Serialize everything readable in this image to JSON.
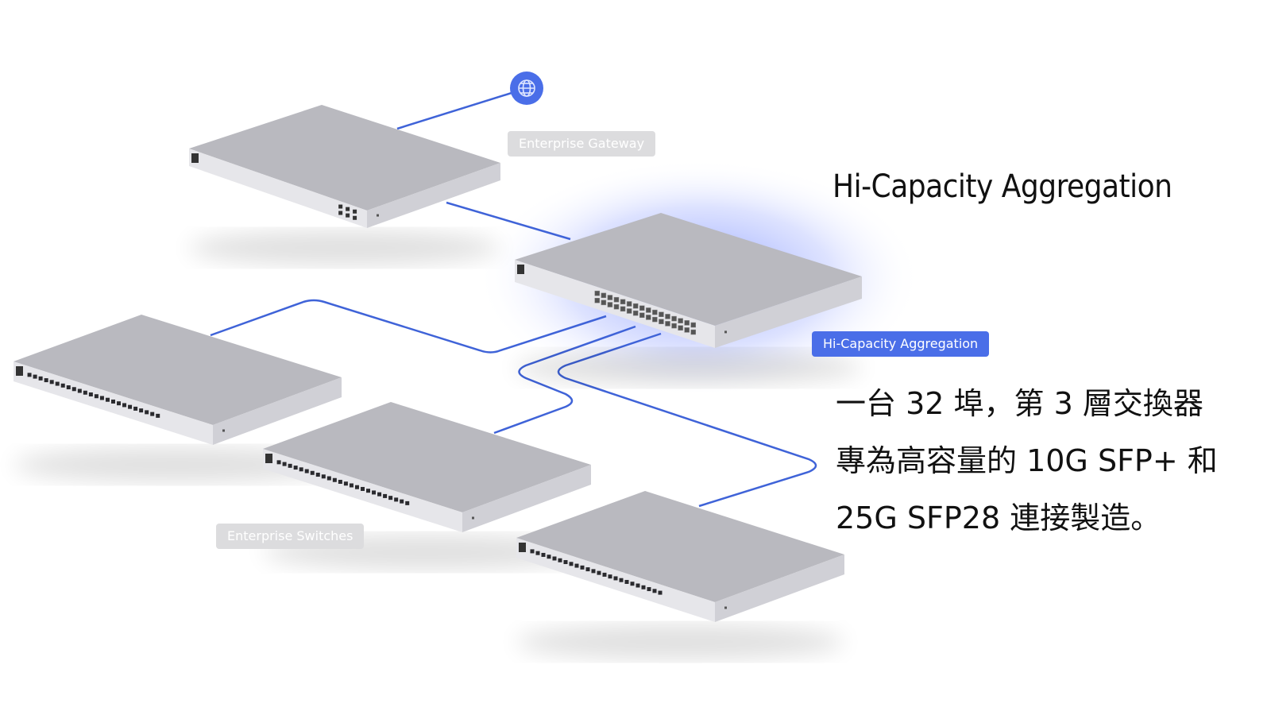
{
  "heading": "Hi-Capacity Aggregation",
  "labels": {
    "gateway": "Enterprise Gateway",
    "aggregation": "Hi-Capacity Aggregation",
    "switches": "Enterprise Switches"
  },
  "description": [
    "一台 32 埠，第 3 層交換器",
    "專為高容量的 10G SFP+ 和",
    "25G SFP28 連接製造。"
  ],
  "icons": {
    "internet": "globe-icon"
  },
  "colors": {
    "accent": "#4a6ee8",
    "link": "#3f63d8",
    "device": "#c4c4ca",
    "label_grey": "#dcdcde"
  }
}
